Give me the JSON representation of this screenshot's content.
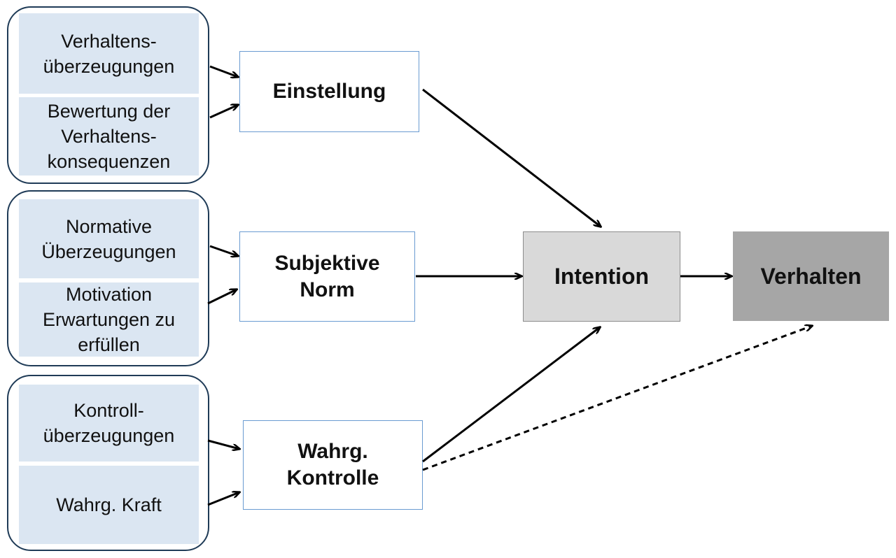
{
  "groups": [
    {
      "items": [
        "Verhaltens-\nüberzeugungen",
        "Bewertung der\nVerhaltens-\nkonsequenzen"
      ]
    },
    {
      "items": [
        "Normative\nÜberzeugungen",
        "Motivation\nErwartungen zu\nerfüllen"
      ]
    },
    {
      "items": [
        "Kontroll-\nüberzeugungen",
        "Wahrg. Kraft"
      ]
    }
  ],
  "constructs": {
    "attitude": "Einstellung",
    "norm": "Subjektive\nNorm",
    "control": "Wahrg.\nKontrolle"
  },
  "intention": "Intention",
  "behavior": "Verhalten",
  "colors": {
    "belief_fill": "#dbe6f2",
    "group_border": "#1f3b57",
    "construct_border": "#6a9bd1",
    "intention_fill": "#d9d9d9",
    "behavior_fill": "#a6a6a6"
  }
}
